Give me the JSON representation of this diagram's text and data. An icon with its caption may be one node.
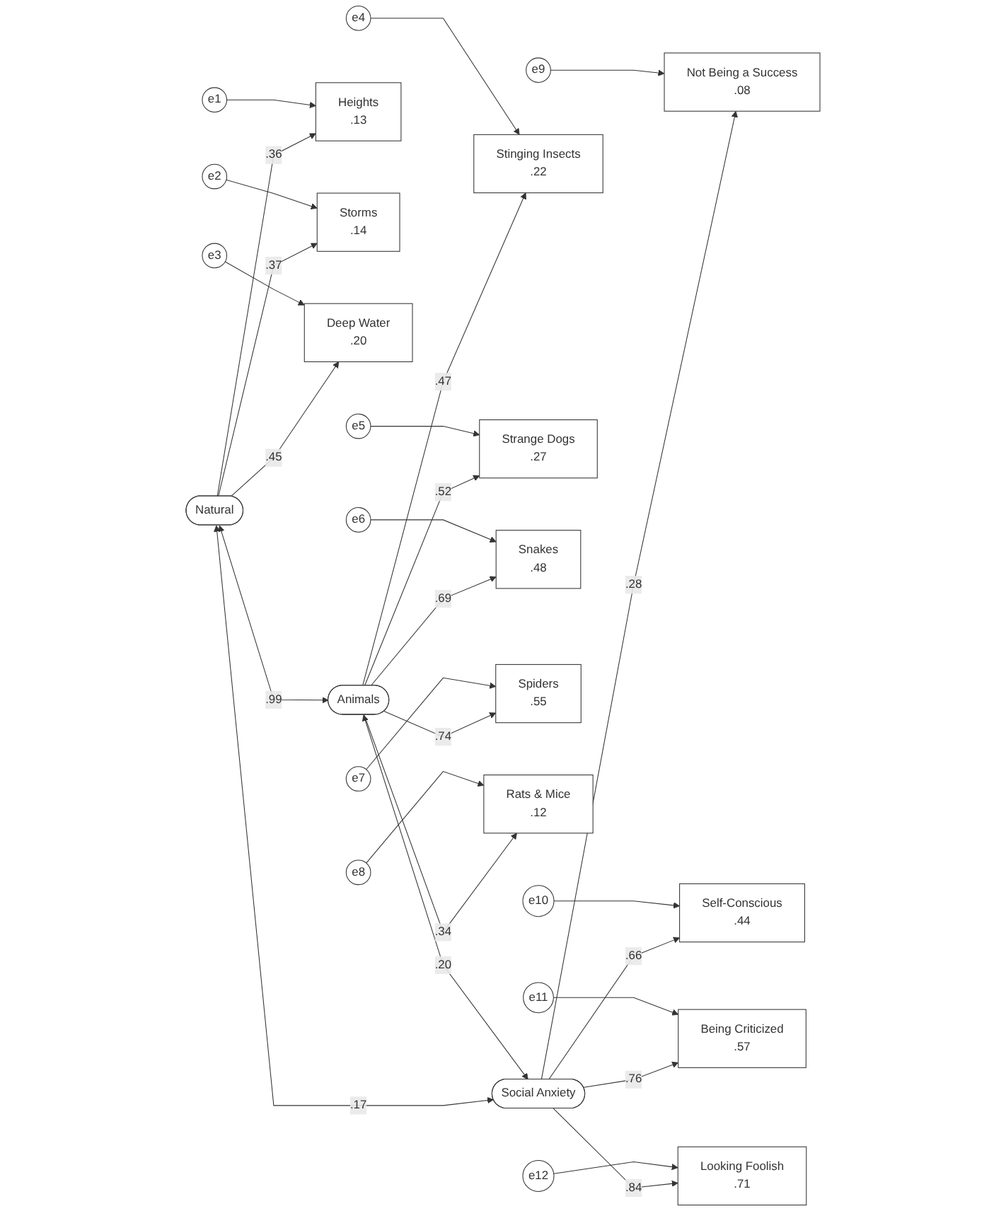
{
  "diagram": {
    "nodes": [
      {
        "text": [
          "Natural"
        ]
      },
      {
        "text": [
          "Animals"
        ]
      },
      {
        "text": [
          "Social Anxiety"
        ]
      },
      {
        "text": [
          "Heights",
          ".13"
        ]
      },
      {
        "text": [
          "Storms",
          ".14"
        ]
      },
      {
        "text": [
          "Deep Water",
          ".20"
        ]
      },
      {
        "text": [
          "Stinging Insects",
          ".22"
        ]
      },
      {
        "text": [
          "Strange Dogs",
          ".27"
        ]
      },
      {
        "text": [
          "Snakes",
          ".48"
        ]
      },
      {
        "text": [
          "Spiders",
          ".55"
        ]
      },
      {
        "text": [
          "Rats & Mice",
          ".12"
        ]
      },
      {
        "text": [
          "Not Being a Success",
          ".08"
        ]
      },
      {
        "text": [
          "Self-Conscious",
          ".44"
        ]
      },
      {
        "text": [
          "Being Criticized",
          ".57"
        ]
      },
      {
        "text": [
          "Looking Foolish",
          ".71"
        ]
      },
      {
        "text": [
          "e1"
        ]
      },
      {
        "text": [
          "e2"
        ]
      },
      {
        "text": [
          "e3"
        ]
      },
      {
        "text": [
          "e4"
        ]
      },
      {
        "text": [
          "e5"
        ]
      },
      {
        "text": [
          "e6"
        ]
      },
      {
        "text": [
          "e7"
        ]
      },
      {
        "text": [
          "e8"
        ]
      },
      {
        "text": [
          "e9"
        ]
      },
      {
        "text": [
          "e10"
        ]
      },
      {
        "text": [
          "e11"
        ]
      },
      {
        "text": [
          "e12"
        ]
      }
    ],
    "edges": [
      {
        "from": 0,
        "to": 3,
        "arrow": "to",
        "label": ".36"
      },
      {
        "from": 0,
        "to": 4,
        "arrow": "to",
        "label": ".37"
      },
      {
        "from": 0,
        "to": 5,
        "arrow": "to",
        "label": ".45"
      },
      {
        "from": 1,
        "to": 6,
        "arrow": "to",
        "label": ".47"
      },
      {
        "from": 1,
        "to": 7,
        "arrow": "to",
        "label": ".52"
      },
      {
        "from": 1,
        "to": 8,
        "arrow": "to",
        "label": ".69"
      },
      {
        "from": 1,
        "to": 9,
        "arrow": "to",
        "label": ".74"
      },
      {
        "from": 1,
        "to": 10,
        "arrow": "to",
        "label": ".34"
      },
      {
        "from": 2,
        "to": 11,
        "arrow": "to",
        "label": ".28"
      },
      {
        "from": 2,
        "to": 12,
        "arrow": "to",
        "label": ".66"
      },
      {
        "from": 2,
        "to": 13,
        "arrow": "to",
        "label": ".76"
      },
      {
        "from": 2,
        "to": 14,
        "arrow": "to",
        "label": ".84"
      },
      {
        "from": 15,
        "to": 3,
        "arrow": "to"
      },
      {
        "from": 16,
        "to": 4,
        "arrow": "to"
      },
      {
        "from": 17,
        "to": 5,
        "arrow": "to"
      },
      {
        "from": 18,
        "to": 6,
        "arrow": "to"
      },
      {
        "from": 19,
        "to": 7,
        "arrow": "to"
      },
      {
        "from": 20,
        "to": 8,
        "arrow": "to"
      },
      {
        "from": 21,
        "to": 9,
        "arrow": "to"
      },
      {
        "from": 22,
        "to": 10,
        "arrow": "to"
      },
      {
        "from": 23,
        "to": 11,
        "arrow": "to"
      },
      {
        "from": 24,
        "to": 12,
        "arrow": "to"
      },
      {
        "from": 25,
        "to": 13,
        "arrow": "to"
      },
      {
        "from": 26,
        "to": 14,
        "arrow": "to"
      },
      {
        "from": 0,
        "to": 1,
        "arrow": "both",
        "label": ".99"
      },
      {
        "from": 0,
        "to": 2,
        "arrow": "both",
        "label": ".17"
      },
      {
        "from": 1,
        "to": 2,
        "arrow": "both",
        "label": ".20"
      }
    ]
  }
}
